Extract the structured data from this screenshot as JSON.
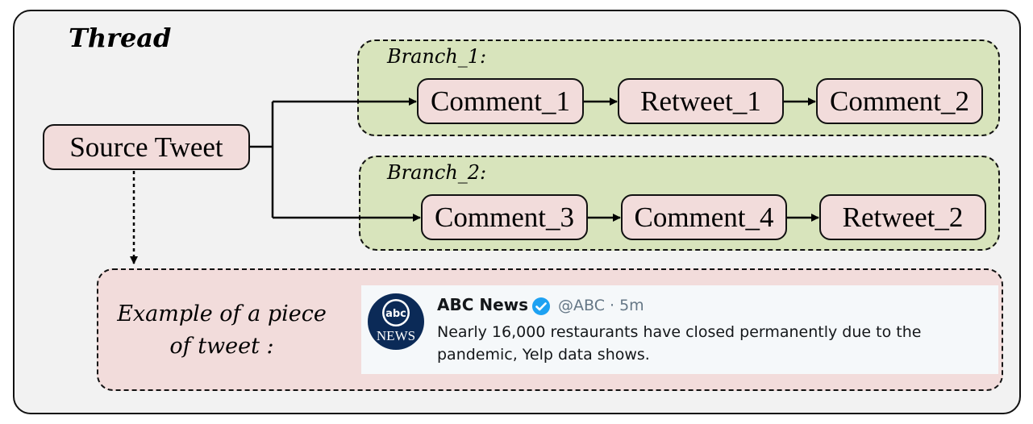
{
  "diagram": {
    "title": "Thread",
    "source_node": "Source Tweet",
    "branches": [
      {
        "label": "Branch_1:",
        "nodes": [
          "Comment_1",
          "Retweet_1",
          "Comment_2"
        ]
      },
      {
        "label": "Branch_2:",
        "nodes": [
          "Comment_3",
          "Comment_4",
          "Retweet_2"
        ]
      }
    ],
    "example_label": "Example of a piece of tweet :"
  },
  "tweet": {
    "avatar_logo_text": "abc",
    "avatar_caption": "NEWS",
    "author": "ABC News",
    "verified_icon": "verified-badge-icon",
    "handle_time": "@ABC · 5m",
    "text": "Nearly 16,000 restaurants have closed permanently due to the pandemic, Yelp data shows."
  },
  "colors": {
    "branch_fill": "#d8e4bc",
    "node_fill": "#f2dcdb",
    "thread_fill": "#f2f2f2",
    "verified_blue": "#1da1f2",
    "avatar_navy": "#0b2a57"
  }
}
